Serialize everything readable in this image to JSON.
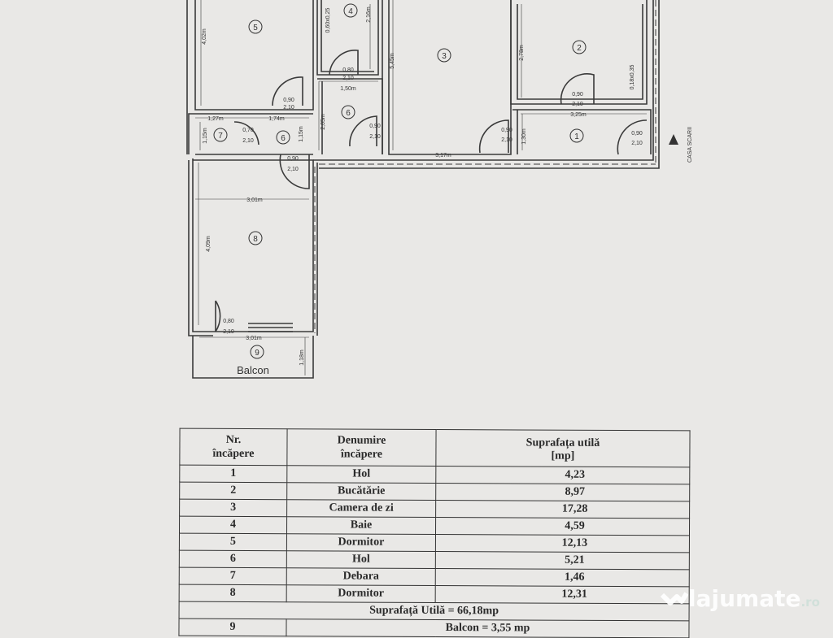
{
  "plan": {
    "rooms": [
      "1",
      "2",
      "3",
      "4",
      "5",
      "6",
      "6",
      "7",
      "8",
      "9"
    ],
    "balcony_label": "Balcon",
    "stair_label": "CASA SCARII",
    "dims": {
      "r5_h": "4,02m",
      "r4_door": "0,60x0,25",
      "r4_h": "2,16m",
      "r3_h": "5,45m",
      "r2_h": "2,78m",
      "r2_vent": "0,18x0,35",
      "r2_top": "3,25m",
      "d5_w": "0,90",
      "d5_h": "2,10",
      "d4_w": "0,80",
      "d4_h": "2,10",
      "hall_w": "1,50m",
      "r7_w": "1,27m",
      "r6_w": "1,74m",
      "r6_h": "2,05m",
      "r7_h": "1,15m",
      "r6b_h": "1,15m",
      "d7_w": "0,70",
      "d7_h": "2,10",
      "d6_w": "0,90",
      "d6_h": "2,10",
      "d3_w": "0,90",
      "d3_h": "2,10",
      "r3_w": "3,17m",
      "d2_w": "0,90",
      "d2_h": "2,10",
      "r1_w": "3,25m",
      "r1_h": "1,30m",
      "d1_w": "0,90",
      "d1_h": "2,10",
      "dent_w": "0,90",
      "dent_h": "2,10",
      "d8_w": "0,90",
      "d8_h": "2,10",
      "r8_w": "3,01m",
      "r8_h": "4,09m",
      "d9_w": "0,80",
      "d9_h": "2,10",
      "r9_w": "3,01m",
      "r9_h": "1,18m"
    }
  },
  "table": {
    "headers": [
      "Nr.\nîncăpere",
      "Denumire\nîncăpere",
      "Suprafața utilă\n[mp]"
    ],
    "rows": [
      {
        "nr": "1",
        "name": "Hol",
        "area": "4,23"
      },
      {
        "nr": "2",
        "name": "Bucătărie",
        "area": "8,97"
      },
      {
        "nr": "3",
        "name": "Camera de zi",
        "area": "17,28"
      },
      {
        "nr": "4",
        "name": "Baie",
        "area": "4,59"
      },
      {
        "nr": "5",
        "name": "Dormitor",
        "area": "12,13"
      },
      {
        "nr": "6",
        "name": "Hol",
        "area": "5,21"
      },
      {
        "nr": "7",
        "name": "Debara",
        "area": "1,46"
      },
      {
        "nr": "8",
        "name": "Dormitor",
        "area": "12,31"
      }
    ],
    "total": "Suprafață Utilă = 66,18mp",
    "balcony_nr": "9",
    "balcony": "Balcon = 3,55 mp"
  },
  "watermark": {
    "text": "lajumate",
    "suffix": ".ro"
  }
}
